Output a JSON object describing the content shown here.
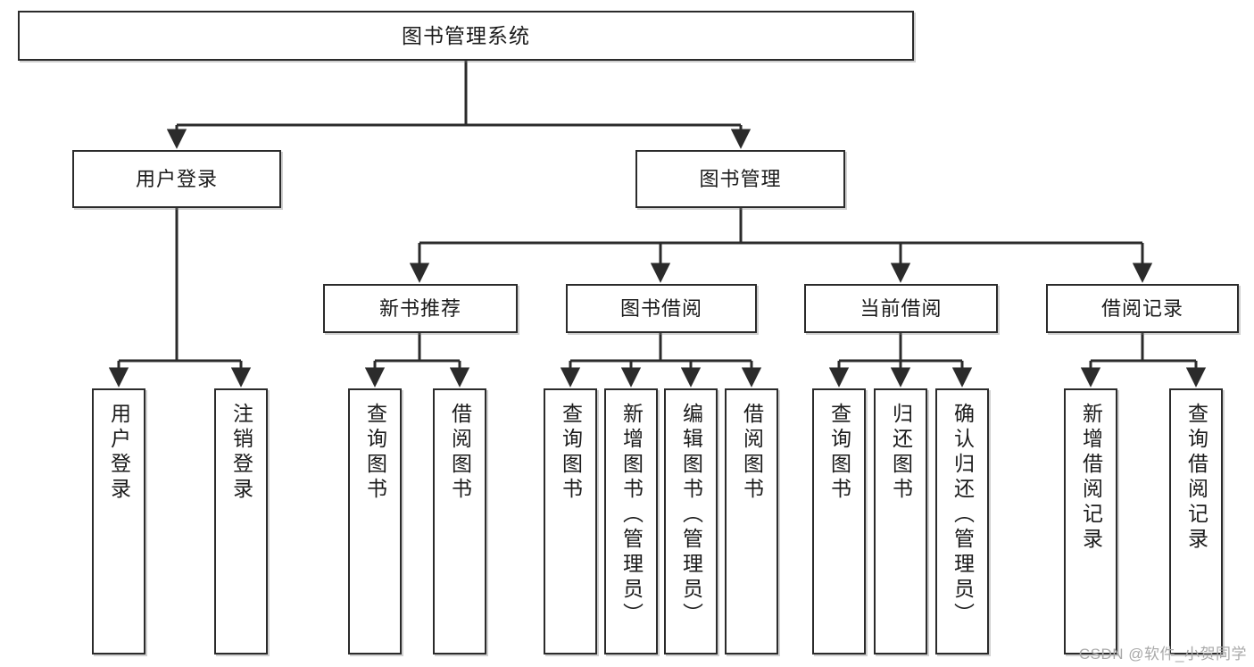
{
  "diagram": {
    "type": "tree-hierarchy-chart",
    "title_node": "图书管理系统",
    "colors": {
      "stroke": "#2b2b2b",
      "fill": "#ffffff",
      "text": "#1b1b1b",
      "watermark": "#a9a9a9"
    },
    "watermark": "CSDN @软件_小贺同学",
    "nodes": {
      "root": {
        "label": "图书管理系统"
      },
      "level2": [
        {
          "label": "用户登录"
        },
        {
          "label": "图书管理"
        }
      ],
      "level3": [
        {
          "label": "新书推荐"
        },
        {
          "label": "图书借阅"
        },
        {
          "label": "当前借阅"
        },
        {
          "label": "借阅记录"
        }
      ],
      "leaves": {
        "user_login": [
          {
            "label": "用户登录"
          },
          {
            "label": "注销登录"
          }
        ],
        "new_book_recommend": [
          {
            "label": "查询图书"
          },
          {
            "label": "借阅图书"
          }
        ],
        "book_borrow": [
          {
            "label": "查询图书"
          },
          {
            "label": "新增图书（管理员）"
          },
          {
            "label": "编辑图书（管理员）"
          },
          {
            "label": "借阅图书"
          }
        ],
        "current_borrow": [
          {
            "label": "查询图书"
          },
          {
            "label": "归还图书"
          },
          {
            "label": "确认归还（管理员）"
          }
        ],
        "borrow_record": [
          {
            "label": "新增借阅记录"
          },
          {
            "label": "查询借阅记录"
          }
        ]
      }
    }
  }
}
